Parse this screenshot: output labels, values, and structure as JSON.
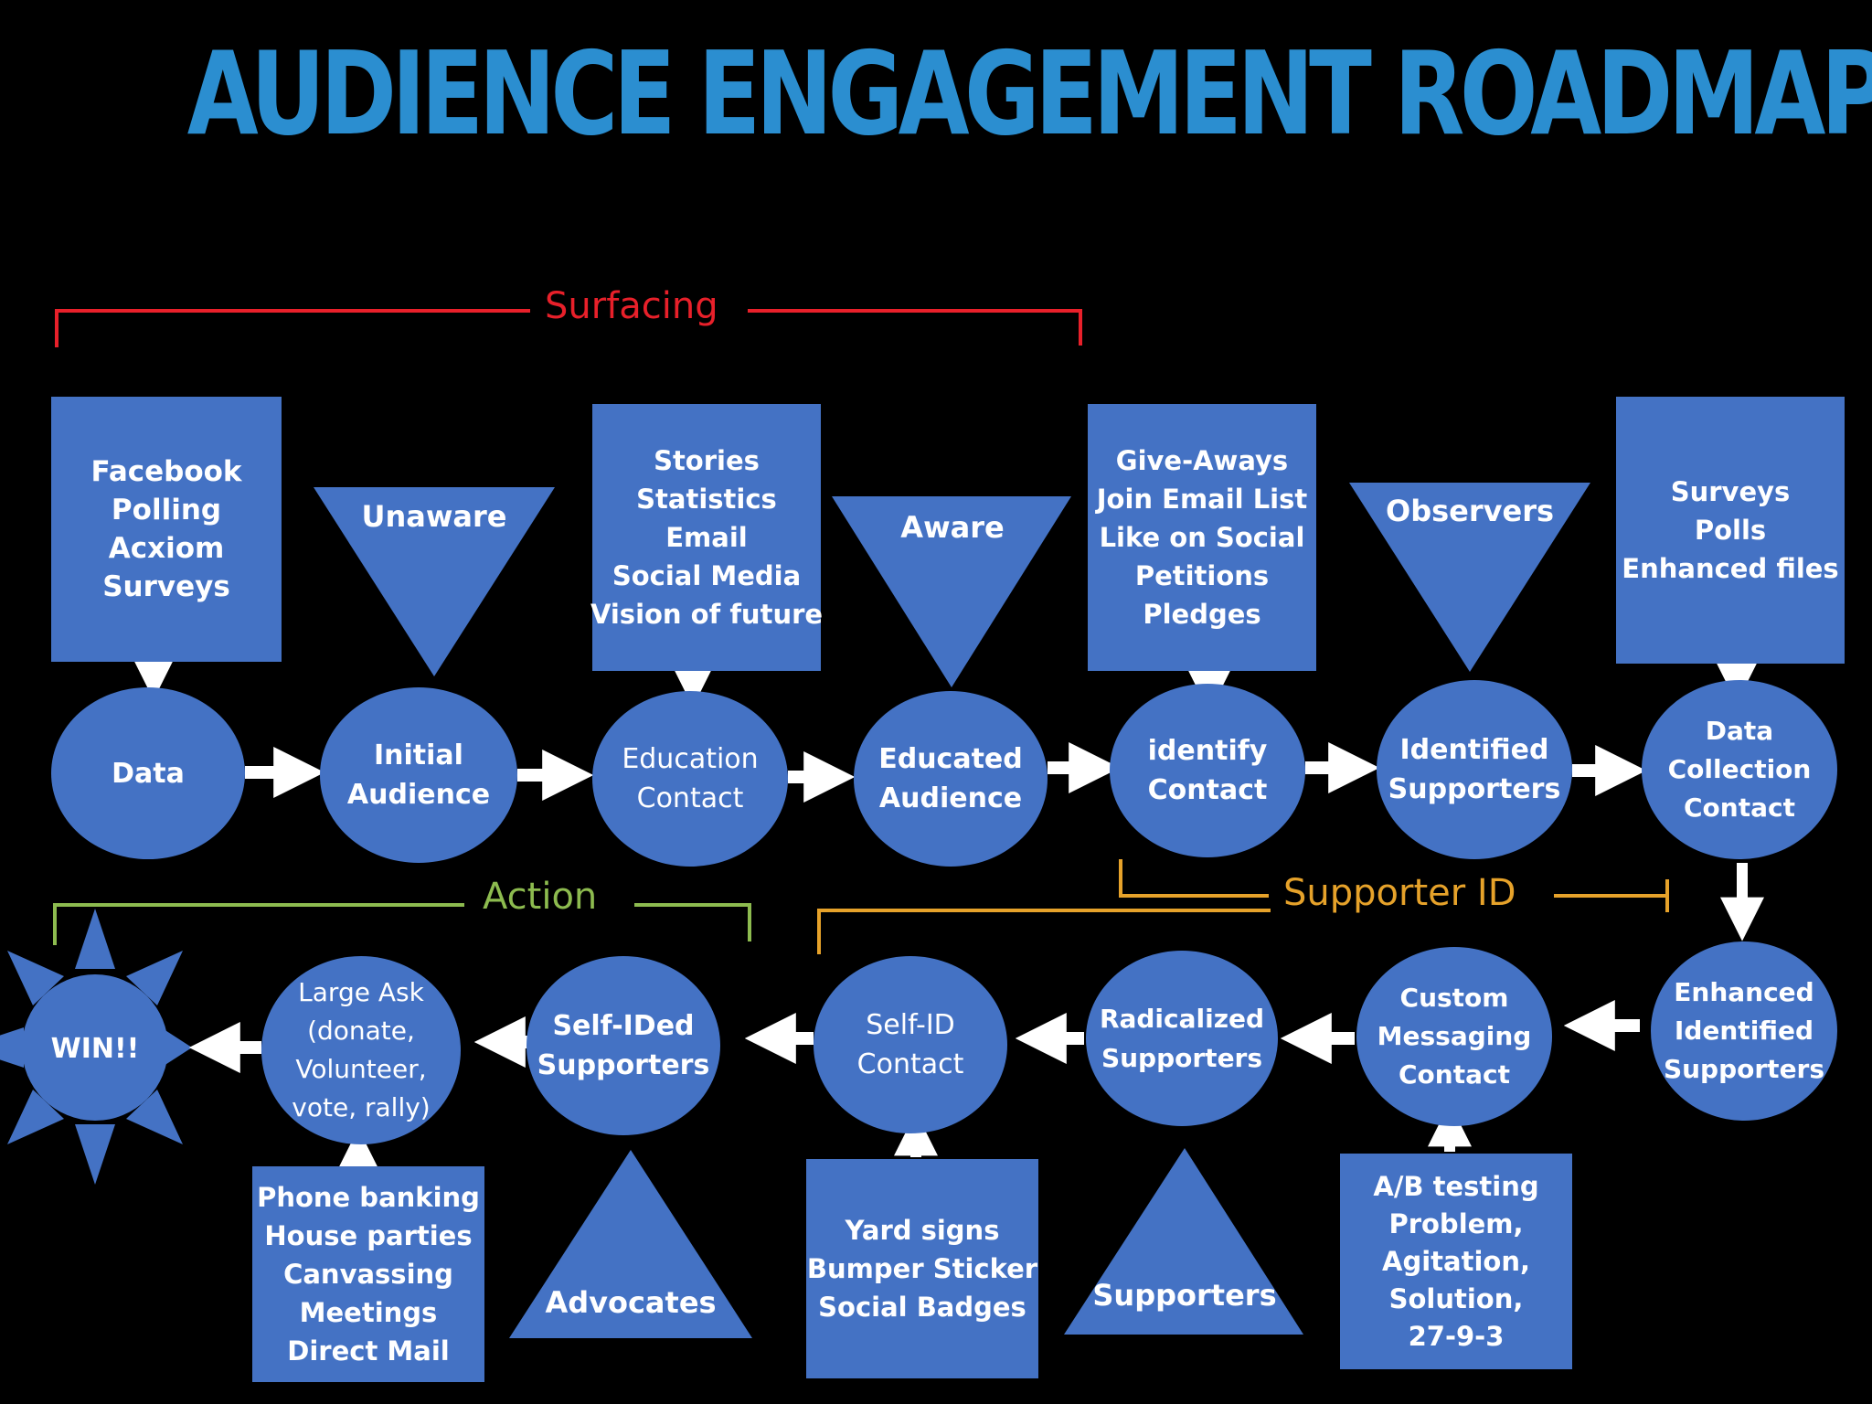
{
  "title": "AUDIENCE ENGAGEMENT ROADMAP",
  "colors": {
    "background": "#000000",
    "title": "#2b8ed0",
    "shape_fill": "#4472c4",
    "surfacing": "#e8202a",
    "supporter_id": "#e6a22a",
    "action": "#8dbb4f",
    "arrow": "#ffffff"
  },
  "phases": {
    "surfacing": "Surfacing",
    "supporter_id": "Supporter ID",
    "action": "Action"
  },
  "top_row": {
    "boxes": [
      {
        "lines": [
          "Facebook",
          "Polling",
          "Acxiom",
          "Surveys"
        ]
      },
      {
        "lines": [
          "Stories",
          "Statistics",
          "Email",
          "Social Media",
          "Vision of future"
        ]
      },
      {
        "lines": [
          "Give-Aways",
          "Join Email List",
          "Like on Social",
          "Petitions",
          "Pledges"
        ]
      },
      {
        "lines": [
          "Surveys",
          "Polls",
          "Enhanced files"
        ]
      }
    ],
    "triangles": [
      "Unaware",
      "Aware",
      "Observers"
    ],
    "circles": [
      {
        "lines": [
          "Data"
        ]
      },
      {
        "lines": [
          "Initial",
          "Audience"
        ]
      },
      {
        "lines": [
          "Education",
          "Contact"
        ]
      },
      {
        "lines": [
          "Educated",
          "Audience"
        ]
      },
      {
        "lines": [
          "identify",
          "Contact"
        ]
      },
      {
        "lines": [
          "Identified",
          "Supporters"
        ]
      },
      {
        "lines": [
          "Data",
          "Collection",
          "Contact"
        ]
      }
    ]
  },
  "bottom_row": {
    "circles": [
      {
        "lines": [
          "Enhanced",
          "Identified",
          "Supporters"
        ]
      },
      {
        "lines": [
          "Custom",
          "Messaging",
          "Contact"
        ]
      },
      {
        "lines": [
          "Radicalized",
          "Supporters"
        ]
      },
      {
        "lines": [
          "Self-ID",
          "Contact"
        ]
      },
      {
        "lines": [
          "Self-IDed",
          "Supporters"
        ]
      },
      {
        "lines": [
          "Large Ask",
          "(donate,",
          "Volunteer,",
          "vote, rally)"
        ]
      }
    ],
    "boxes": [
      {
        "lines": [
          "A/B testing",
          "Problem,",
          "Agitation,",
          "Solution,",
          "27-9-3"
        ]
      },
      {
        "lines": [
          "Yard signs",
          "Bumper Sticker",
          "Social Badges"
        ]
      },
      {
        "lines": [
          "Phone banking",
          "House parties",
          "Canvassing",
          "Meetings",
          "Direct Mail"
        ]
      }
    ],
    "triangles": [
      "Supporters",
      "Advocates"
    ],
    "win": "WIN!!"
  }
}
